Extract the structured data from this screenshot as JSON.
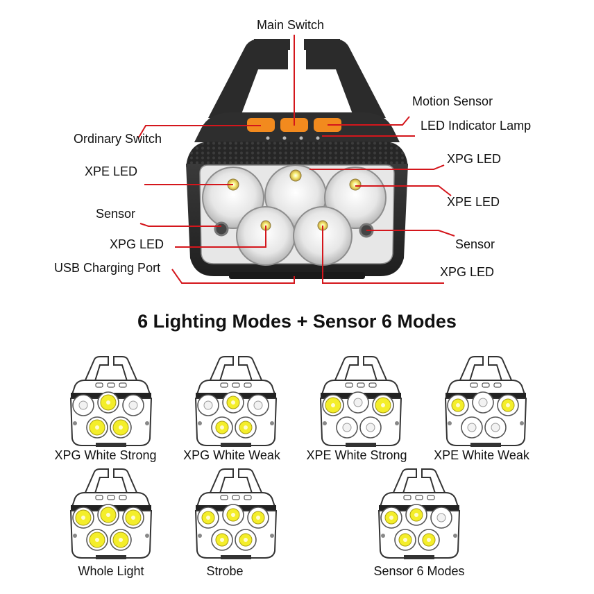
{
  "callouts": {
    "main_switch": "Main Switch",
    "motion_sensor": "Motion Sensor",
    "led_indicator": "LED Indicator Lamp",
    "ordinary_switch": "Ordinary Switch",
    "xpe_led_left": "XPE LED",
    "xpg_led_top_right": "XPG LED",
    "xpe_led_right": "XPE LED",
    "sensor_left": "Sensor",
    "xpg_led_left": "XPG LED",
    "sensor_right": "Sensor",
    "usb_port": "USB Charging Port",
    "xpg_led_bottom_right": "XPG LED"
  },
  "heading": "6 Lighting Modes + Sensor 6 Modes",
  "modes": [
    {
      "label": "XPG White Strong",
      "lit": [
        "g1",
        "g2",
        "g3"
      ],
      "level": "strong"
    },
    {
      "label": "XPG White Weak",
      "lit": [
        "g1",
        "g2",
        "g3"
      ],
      "level": "weak"
    },
    {
      "label": "XPE White Strong",
      "lit": [
        "e1",
        "e2"
      ],
      "level": "strong"
    },
    {
      "label": "XPE White Weak",
      "lit": [
        "e1",
        "e2"
      ],
      "level": "weak"
    },
    {
      "label": "Whole Light",
      "lit": [
        "e1",
        "e2",
        "g1",
        "g2",
        "g3"
      ],
      "level": "strong"
    },
    {
      "label": "Strobe",
      "lit": [
        "e1",
        "e2",
        "g1",
        "g2",
        "g3"
      ],
      "level": "weak"
    },
    {
      "label": "Sensor 6 Modes",
      "lit": [
        "e1",
        "g1",
        "g2",
        "g3"
      ],
      "level": "weak"
    }
  ],
  "colors": {
    "accent_orange": "#f28a1e",
    "callout_red": "#d4161c",
    "housing_dark": "#2d2d2d",
    "led_yellow": "#f4ee2a"
  }
}
